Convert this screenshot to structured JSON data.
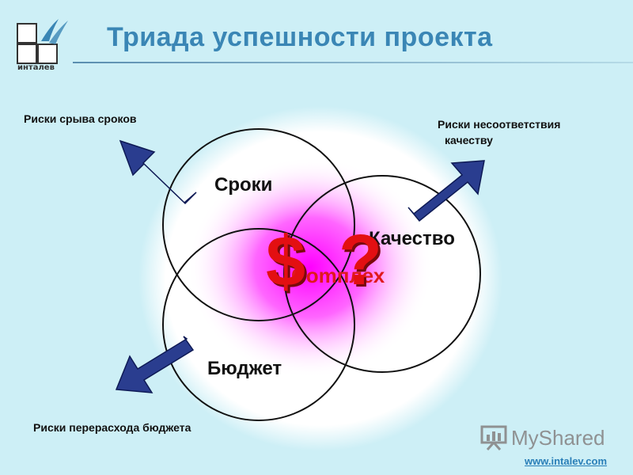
{
  "header": {
    "logo_text": "инталев",
    "title": "Триада успешности проекта"
  },
  "risks": {
    "deadlines": "Риски срыва сроков",
    "quality_line1": "Риски несоответствия",
    "quality_line2": "качеству",
    "budget": "Риски перерасхода бюджета"
  },
  "circles": {
    "deadlines": "Сроки",
    "quality": "Качество",
    "budget": "Бюджет"
  },
  "center": {
    "label": "Comплех",
    "dollar": "$",
    "question": "?"
  },
  "watermark": "MyShared",
  "footer_url": "www.intalev.com",
  "colors": {
    "background": "#cdeff6",
    "title": "#3a86b5",
    "arrow": "#2a3d8f",
    "center_glow": "#ff00ff",
    "symbol": "#e30f12"
  }
}
